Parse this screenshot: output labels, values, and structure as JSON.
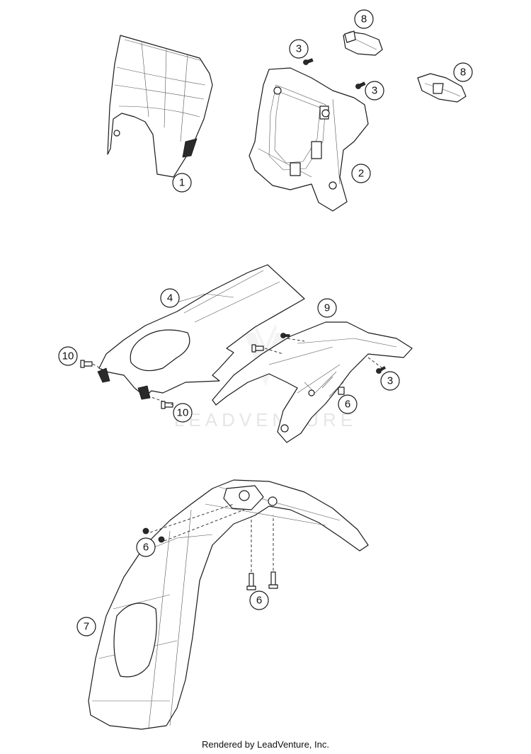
{
  "watermark": "LEADVENTURE",
  "footer": "Rendered by LeadVenture, Inc.",
  "callouts": [
    "1",
    "2",
    "3",
    "3",
    "3",
    "4",
    "6",
    "6",
    "6",
    "7",
    "8",
    "8",
    "9",
    "10",
    "10"
  ]
}
